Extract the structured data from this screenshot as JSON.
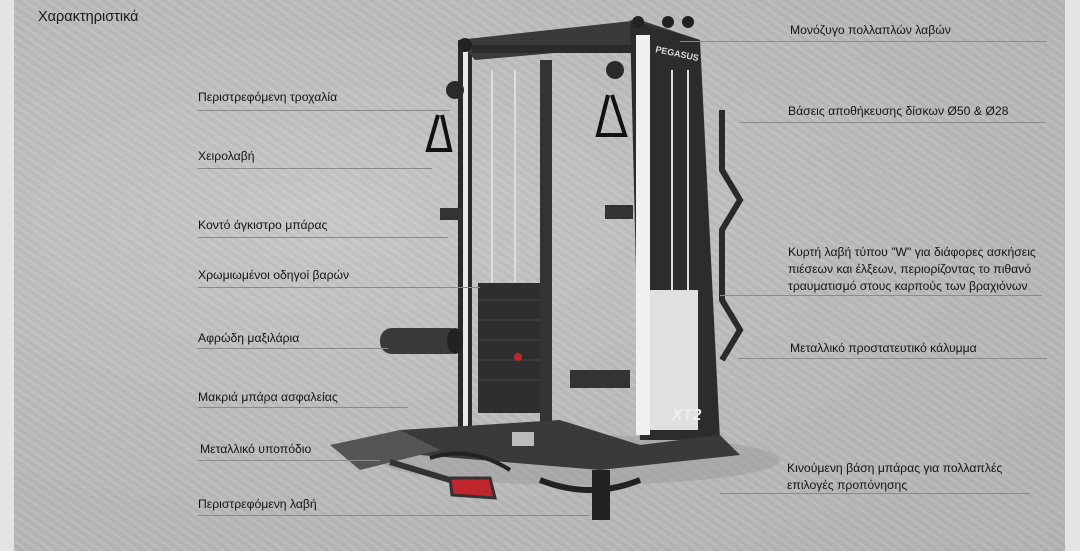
{
  "title": "Χαρακτηριστικά",
  "left_features": [
    "Περιστρεφόμενη τροχαλία",
    "Χειρολαβή",
    "Κοντό άγκιστρο μπάρας",
    "Χρωμιωμένοι οδηγοί βαρών",
    "Αφρώδη μαξιλάρια",
    "Μακριά μπάρα ασφαλείας",
    "Μεταλλικό υποπόδιο",
    "Περιστρεφόμενη λαβή"
  ],
  "right_features": [
    {
      "lines": [
        "Μονόζυγο πολλαπλών λαβών"
      ]
    },
    {
      "lines": [
        "Βάσεις αποθήκευσης δίσκων Ø50 & Ø28"
      ]
    },
    {
      "lines": [
        "Κυρτή λαβή τύπου \"W\" για διάφορες ασκήσεις",
        "πιέσεων και έλξεων, περιορίζοντας το πιθανό",
        "τραυματισμό στους καρπούς των βραχιόνων"
      ]
    },
    {
      "lines": [
        "Μεταλλικό προστατευτικό κάλυμμα"
      ]
    },
    {
      "lines": [
        "Κινούμενη βάση μπάρας για πολλαπλές",
        "επιλογές προπόνησης"
      ]
    }
  ],
  "machine": {
    "brand": "PEGASUS",
    "model": "XT2",
    "accent_color": "#c0262c"
  }
}
